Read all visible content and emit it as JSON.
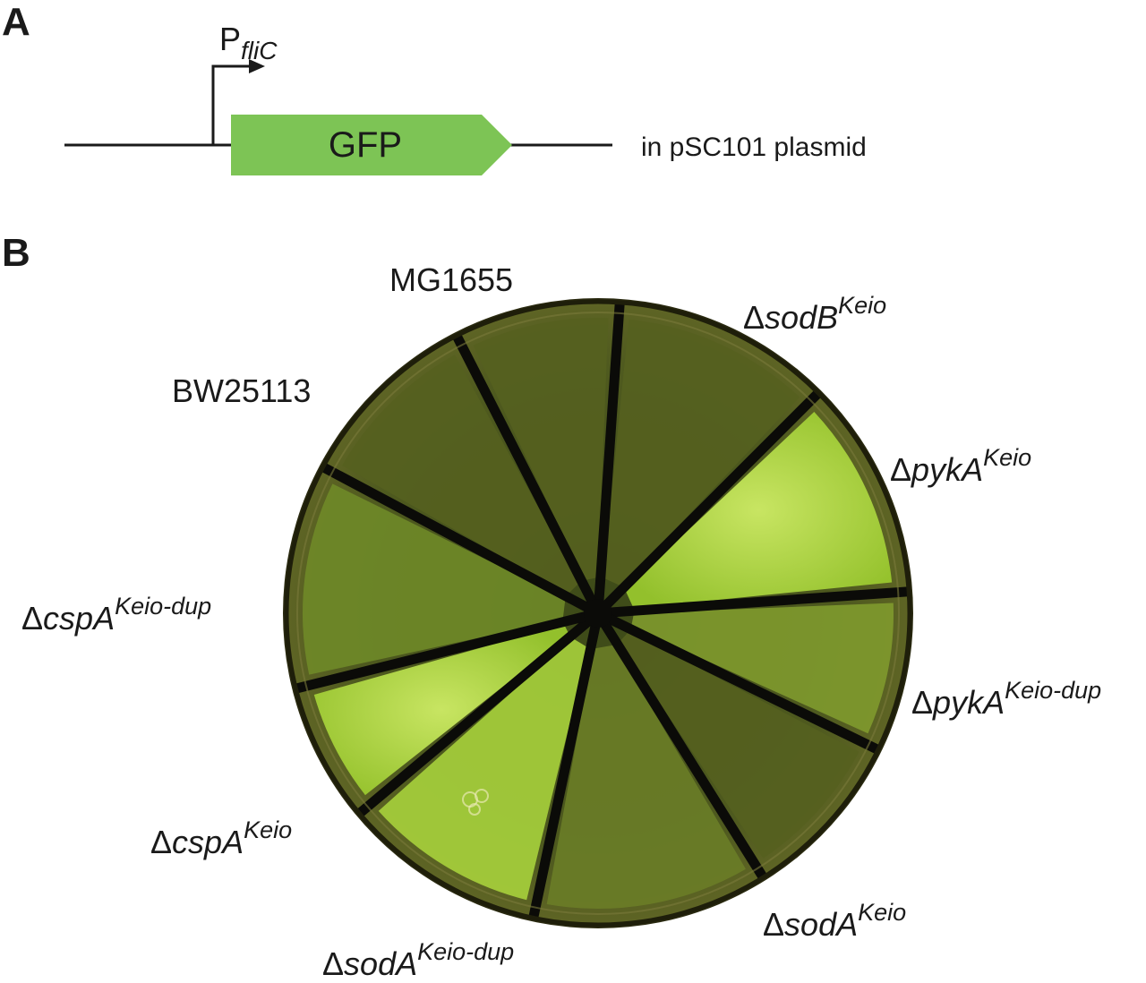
{
  "panels": {
    "a_letter": "A",
    "b_letter": "B"
  },
  "construct": {
    "promoter_main": "P",
    "promoter_sub": "fliC",
    "gene": "GFP",
    "context": "in pSC101 plasmid",
    "gene_color": "#7dc455"
  },
  "plate": {
    "background_color": "#5a5a22",
    "divider_color": "#0b0b08",
    "bright_color": "#c8ef5a",
    "strains": [
      {
        "id": "mg1655",
        "prefix": "",
        "name": "MG1655",
        "sup": ""
      },
      {
        "id": "sodb-keio",
        "prefix": "Δ",
        "name": "sodB",
        "sup": "Keio"
      },
      {
        "id": "pyka-keio",
        "prefix": "Δ",
        "name": "pykA",
        "sup": "Keio"
      },
      {
        "id": "pyka-keio-dup",
        "prefix": "Δ",
        "name": "pykA",
        "sup": "Keio-dup"
      },
      {
        "id": "soda-keio",
        "prefix": "Δ",
        "name": "sodA",
        "sup": "Keio"
      },
      {
        "id": "soda-keio-dup",
        "prefix": "Δ",
        "name": "sodA",
        "sup": "Keio-dup"
      },
      {
        "id": "cspa-keio",
        "prefix": "Δ",
        "name": "cspA",
        "sup": "Keio"
      },
      {
        "id": "cspa-keio-dup",
        "prefix": "Δ",
        "name": "cspA",
        "sup": "Keio-dup"
      },
      {
        "id": "bw25113",
        "prefix": "",
        "name": "BW25113",
        "sup": ""
      }
    ]
  }
}
